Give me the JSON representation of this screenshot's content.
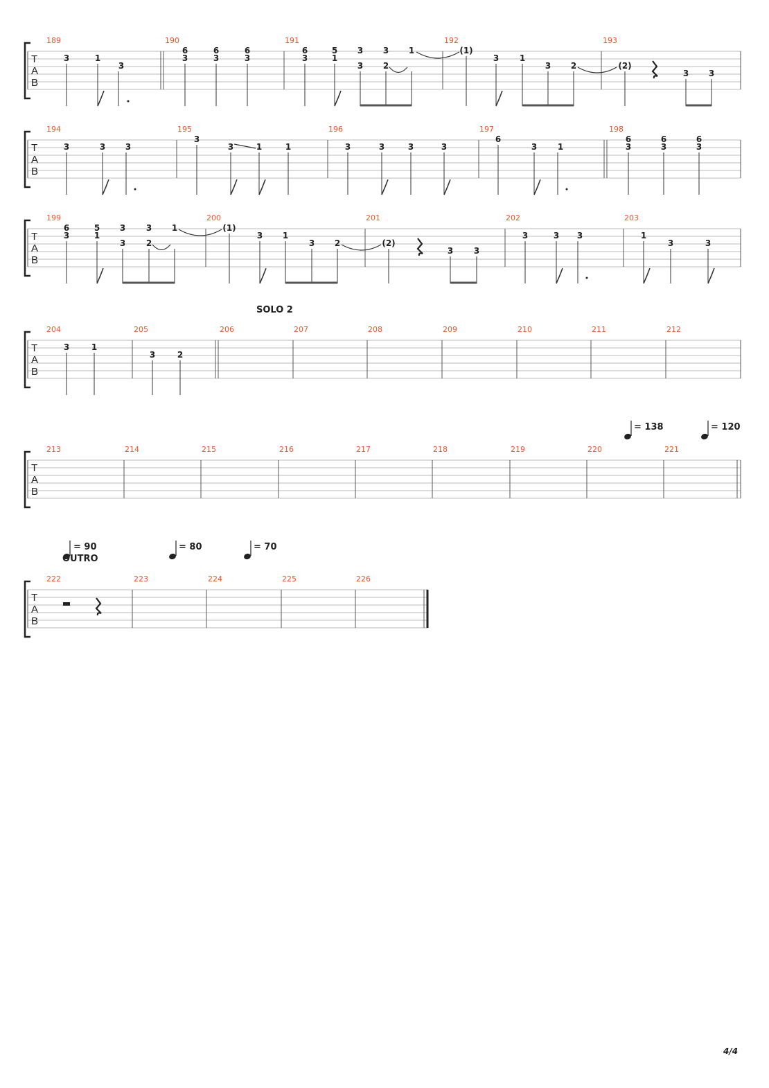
{
  "page": {
    "number": "4/4"
  },
  "sections": [
    {
      "text": "SOLO 2"
    },
    {
      "text": "OUTRO"
    }
  ],
  "tempos": [
    {
      "text": "= 138"
    },
    {
      "text": "= 120"
    },
    {
      "text": "= 90"
    },
    {
      "text": "= 80"
    },
    {
      "text": "= 70"
    }
  ],
  "tab_clef": [
    "T",
    "A",
    "B"
  ],
  "systems": [
    {
      "measures": [
        "189",
        "190",
        "191",
        "192",
        "193"
      ],
      "frets": [
        {
          "t": "3",
          "s": 1
        },
        {
          "t": "1",
          "s": 1
        },
        {
          "t": "3",
          "s": 2
        },
        {
          "t": "6",
          "s": 0
        },
        {
          "t": "3",
          "s": 1
        },
        {
          "t": "6",
          "s": 0
        },
        {
          "t": "3",
          "s": 1
        },
        {
          "t": "6",
          "s": 0
        },
        {
          "t": "3",
          "s": 1
        },
        {
          "t": "6",
          "s": 0
        },
        {
          "t": "3",
          "s": 1
        },
        {
          "t": "5",
          "s": 0
        },
        {
          "t": "1",
          "s": 1
        },
        {
          "t": "3",
          "s": 0
        },
        {
          "t": "3",
          "s": 2
        },
        {
          "t": "3",
          "s": 0
        },
        {
          "t": "2",
          "s": 2
        },
        {
          "t": "1",
          "s": 0
        },
        {
          "t": "(1)",
          "s": 0
        },
        {
          "t": "3",
          "s": 1
        },
        {
          "t": "1",
          "s": 1
        },
        {
          "t": "3",
          "s": 2
        },
        {
          "t": "2",
          "s": 2
        },
        {
          "t": "(2)",
          "s": 2
        },
        {
          "t": "3",
          "s": 3
        },
        {
          "t": "3",
          "s": 3
        }
      ]
    },
    {
      "measures": [
        "194",
        "195",
        "196",
        "197",
        "198"
      ],
      "frets": [
        {
          "t": "3",
          "s": 1
        },
        {
          "t": "3",
          "s": 1
        },
        {
          "t": "3",
          "s": 1
        },
        {
          "t": "3",
          "s": 0
        },
        {
          "t": "3",
          "s": 1
        },
        {
          "t": "1",
          "s": 1
        },
        {
          "t": "1",
          "s": 1
        },
        {
          "t": "3",
          "s": 1
        },
        {
          "t": "3",
          "s": 1
        },
        {
          "t": "3",
          "s": 1
        },
        {
          "t": "3",
          "s": 1
        },
        {
          "t": "6",
          "s": 0
        },
        {
          "t": "3",
          "s": 1
        },
        {
          "t": "1",
          "s": 1
        },
        {
          "t": "6",
          "s": 0
        },
        {
          "t": "3",
          "s": 1
        },
        {
          "t": "6",
          "s": 0
        },
        {
          "t": "3",
          "s": 1
        },
        {
          "t": "6",
          "s": 0
        },
        {
          "t": "3",
          "s": 1
        }
      ]
    },
    {
      "measures": [
        "199",
        "200",
        "201",
        "202",
        "203"
      ],
      "frets": [
        {
          "t": "6",
          "s": 0
        },
        {
          "t": "3",
          "s": 1
        },
        {
          "t": "5",
          "s": 0
        },
        {
          "t": "1",
          "s": 1
        },
        {
          "t": "3",
          "s": 0
        },
        {
          "t": "3",
          "s": 2
        },
        {
          "t": "3",
          "s": 0
        },
        {
          "t": "2",
          "s": 2
        },
        {
          "t": "1",
          "s": 0
        },
        {
          "t": "(1)",
          "s": 0
        },
        {
          "t": "3",
          "s": 1
        },
        {
          "t": "1",
          "s": 1
        },
        {
          "t": "3",
          "s": 2
        },
        {
          "t": "2",
          "s": 2
        },
        {
          "t": "(2)",
          "s": 2
        },
        {
          "t": "3",
          "s": 3
        },
        {
          "t": "3",
          "s": 3
        },
        {
          "t": "3",
          "s": 1
        },
        {
          "t": "3",
          "s": 1
        },
        {
          "t": "3",
          "s": 1
        },
        {
          "t": "1",
          "s": 1
        },
        {
          "t": "3",
          "s": 2
        },
        {
          "t": "3",
          "s": 2
        }
      ]
    },
    {
      "measures": [
        "204",
        "205",
        "206",
        "207",
        "208",
        "209",
        "210",
        "211",
        "212"
      ],
      "frets": [
        {
          "t": "3",
          "s": 1
        },
        {
          "t": "1",
          "s": 1
        },
        {
          "t": "3",
          "s": 2
        },
        {
          "t": "2",
          "s": 2
        }
      ]
    },
    {
      "measures": [
        "213",
        "214",
        "215",
        "216",
        "217",
        "218",
        "219",
        "220",
        "221"
      ],
      "frets": []
    },
    {
      "measures": [
        "222",
        "223",
        "224",
        "225",
        "226"
      ],
      "frets": []
    }
  ]
}
